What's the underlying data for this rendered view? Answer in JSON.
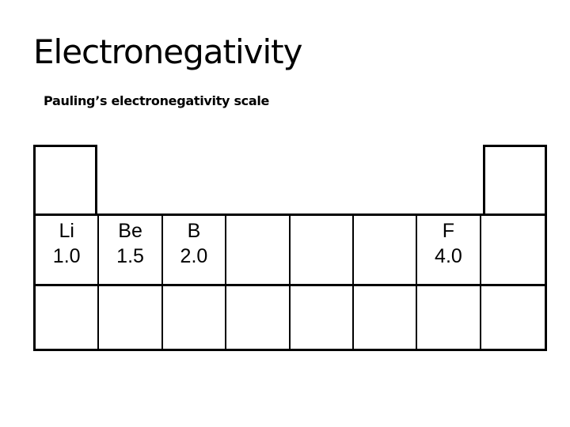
{
  "slide": {
    "title": "Electronegativity",
    "subtitle": "Pauling’s electronegativity scale"
  },
  "colors": {
    "background": "#ffffff",
    "line": "#000000",
    "text": "#000000"
  },
  "diagram": {
    "type": "periodic-table-fragment",
    "description": "Partial periodic table showing Pauling electronegativity values",
    "columns": 8,
    "hydrogen_position_box": {
      "label": ""
    },
    "helium_position_box": {
      "label": ""
    },
    "period2": [
      {
        "symbol": "Li",
        "value": "1.0"
      },
      {
        "symbol": "Be",
        "value": "1.5"
      },
      {
        "symbol": "B",
        "value": "2.0"
      },
      {
        "symbol": "",
        "value": ""
      },
      {
        "symbol": "",
        "value": ""
      },
      {
        "symbol": "",
        "value": ""
      },
      {
        "symbol": "F",
        "value": "4.0"
      },
      {
        "symbol": "",
        "value": ""
      }
    ],
    "period3": [
      {
        "symbol": "",
        "value": ""
      },
      {
        "symbol": "",
        "value": ""
      },
      {
        "symbol": "",
        "value": ""
      },
      {
        "symbol": "",
        "value": ""
      },
      {
        "symbol": "",
        "value": ""
      },
      {
        "symbol": "",
        "value": ""
      },
      {
        "symbol": "",
        "value": ""
      },
      {
        "symbol": "",
        "value": ""
      }
    ]
  }
}
